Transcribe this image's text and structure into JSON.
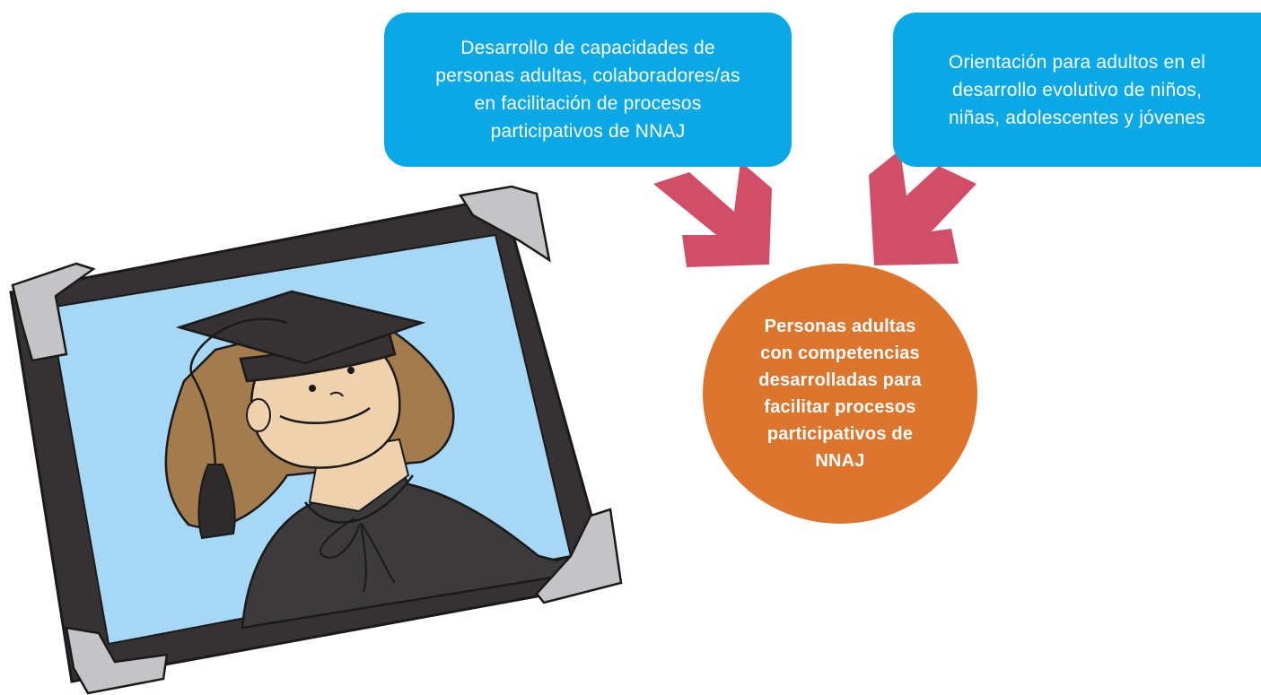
{
  "diagram": {
    "inputs": [
      {
        "text": "Desarrollo de capacidades de\npersonas adultas, colaboradores/as\nen facilitación de procesos\nparticipativos de NNAJ"
      },
      {
        "text": "Orientación para adultos en el\ndesarrollo evolutivo de niños,\nniñas, adolescentes y jóvenes"
      }
    ],
    "result": {
      "text": "Personas adultas\ncon competencias\ndesarrolladas para\nfacilitar procesos\nparticipativos de\nNNAJ"
    }
  },
  "colors": {
    "input_box": "#0aa9e6",
    "arrow": "#d14e68",
    "result_circle": "#dc762f",
    "frame": "#363233",
    "frame_background": "#a6d8f5",
    "corner": "#c4c4c6"
  },
  "illustration": {
    "subject": "graduate-portrait-in-frame"
  }
}
